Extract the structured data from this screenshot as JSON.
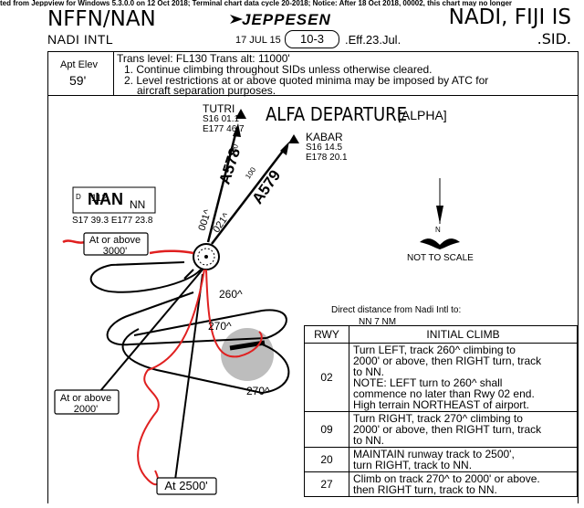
{
  "banner": "ted from Jeppview for Windows 5.3.0.0 on 12 Oct 2018; Terminal chart data cycle 20-2018; Notice: After 18 Oct 2018, 00002, this chart may no longer",
  "header": {
    "ident": "NFFN/NAN",
    "airport": "NADI INTL",
    "brand": "JEPPESEN",
    "date": "17 JUL 15",
    "page_id": "10-3",
    "effective": ".Eff.23.Jul.",
    "place": "NADI, FIJI IS",
    "procedure": ".SID."
  },
  "elevation": {
    "label": "Apt Elev",
    "value": "59'"
  },
  "info": {
    "trans": "Trans level: FL130     Trans alt: 11000'",
    "note1": "1. Continue climbing throughout SIDs unless otherwise cleared.",
    "note2a": "2. Level restrictions at or above quoted minima may be imposed by ATC for",
    "note2b": "aircraft separation purposes."
  },
  "title": {
    "main": "ALFA DEPARTURE",
    "bracket": "[ALPHA]"
  },
  "fixes": {
    "tutri": {
      "name": "TUTRI",
      "lat": "S16 01.1",
      "lon": "E177 46.7"
    },
    "kabar": {
      "name": "KABAR",
      "lat": "S16 14.5",
      "lon": "E178 20.1"
    },
    "nn": {
      "freq": "112",
      "ident": "NAN",
      "code": "NN",
      "d": "D",
      "coords": "S17 39.3 E177 23.8"
    }
  },
  "routes": {
    "a578": "A578",
    "a578_mea": "100",
    "a579": "A579",
    "a579_mea": "100",
    "radial1": "001^",
    "radial2": "021^",
    "track260": "260^",
    "track270a": "270^",
    "track270b": "270^"
  },
  "altitude_boxes": {
    "top": {
      "line1": "At or above",
      "line2": "3000'"
    },
    "left": {
      "line1": "At or above",
      "line2": "2000'"
    },
    "bottom": {
      "line1": "At",
      "line2": "2500'"
    }
  },
  "north": {
    "label": "N"
  },
  "scale_note": "NOT TO SCALE",
  "direct": {
    "line1": "Direct distance from Nadi Intl to:",
    "line2": "NN 7 NM"
  },
  "climb_table": {
    "header_rwy": "RWY",
    "header_climb": "INITIAL CLIMB",
    "rows": [
      {
        "rwy": "02",
        "text": [
          "Turn LEFT, track 260^ climbing to",
          "2000' or above, then RIGHT turn, track",
          "to NN.",
          "NOTE: LEFT turn to 260^ shall",
          "commence no later than Rwy 02 end.",
          "High terrain NORTHEAST of airport."
        ]
      },
      {
        "rwy": "09",
        "text": [
          "Turn RIGHT, track 270^ climbing to",
          "2000' or above, then RIGHT turn, track",
          "to NN."
        ]
      },
      {
        "rwy": "20",
        "text": [
          "MAINTAIN runway track to 2500',",
          "turn RIGHT, track to NN."
        ]
      },
      {
        "rwy": "27",
        "text": [
          "Climb on track 270^ to 2000' or above.",
          "then RIGHT turn, track to NN."
        ]
      }
    ]
  },
  "colors": {
    "annotation": "#e02020",
    "highlight": "#bdbdbd",
    "ink": "#000000"
  }
}
